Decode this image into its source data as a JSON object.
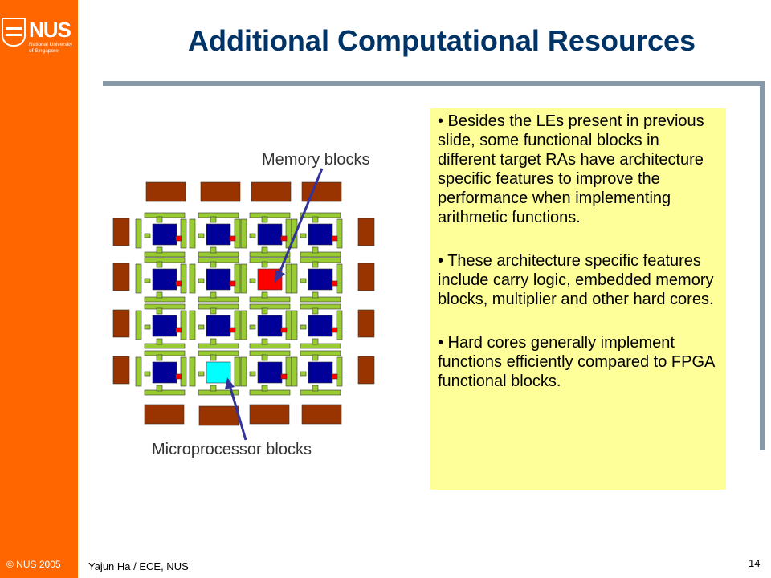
{
  "slide": {
    "title": "Additional Computational Resources",
    "bullets": [
      "• Besides the LEs present in previous slide, some functional blocks in different target RAs have architecture specific features to improve the performance when implementing arithmetic functions.",
      "• These architecture specific features include carry logic, embedded memory blocks, multiplier and other hard cores.",
      "• Hard cores generally implement functions efficiently compared to FPGA functional blocks."
    ],
    "labels": {
      "memory": "Memory blocks",
      "microprocessor": "Microprocessor blocks"
    }
  },
  "sidebar": {
    "logo_text": "NUS",
    "logo_sub_line1": "National University",
    "logo_sub_line2": "of Singapore",
    "copyright": "© NUS 2005"
  },
  "footer": {
    "author": "Yajun Ha / ECE, NUS",
    "page": "14"
  },
  "colors": {
    "sidebar": "#ff6600",
    "title": "#003366",
    "textbox": "#ffff99",
    "io_block": "#993300",
    "routing": "#99cc33",
    "logic_block": "#000099",
    "memory_block": "#ff0000",
    "processor_block": "#00ffff"
  }
}
